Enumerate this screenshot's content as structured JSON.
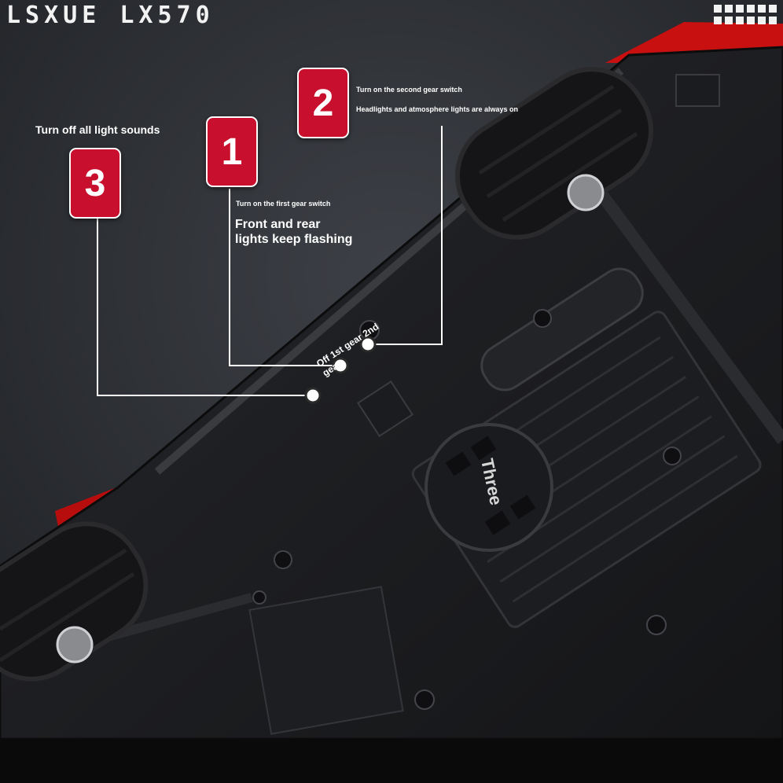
{
  "brand": {
    "title": "LSXUE LX570",
    "logo_icon": "square-grid-logo"
  },
  "steps": [
    {
      "number": "1",
      "lines": [
        "Turn on the first gear switch",
        "Front and rear",
        "lights keep flashing"
      ]
    },
    {
      "number": "2",
      "lines": [
        "Turn on the second gear switch",
        "Headlights and atmosphere lights are always on"
      ]
    },
    {
      "number": "3",
      "lines": [
        "Turn off all light sounds"
      ]
    }
  ],
  "switch_label": "Off 1st gear 2nd\ngear",
  "battery_cover_label": "Three",
  "colors": {
    "badge": "#c8102e",
    "background": "#2a2c31",
    "car_body": "#1a1b1e",
    "accent_red": "#c81010"
  }
}
